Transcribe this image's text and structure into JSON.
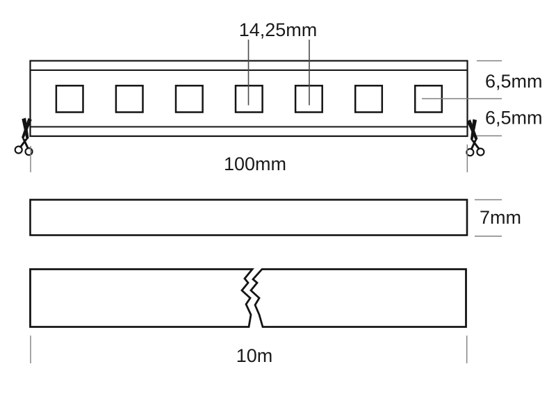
{
  "diagram": {
    "type": "led-strip-dimension-drawing",
    "led_count": 7,
    "colors": {
      "line": "#141414",
      "dim_line": "#808080",
      "leader_line": "#4a4a4a",
      "text": "#1a1a1a",
      "background": "#ffffff"
    },
    "top_view": {
      "pitch_label": "14,25mm",
      "length_label": "100mm",
      "upper_width_label": "6,5mm",
      "lower_width_label": "6,5mm"
    },
    "side_view": {
      "width_label": "7mm"
    },
    "reel_view": {
      "length_label": "10m"
    }
  }
}
